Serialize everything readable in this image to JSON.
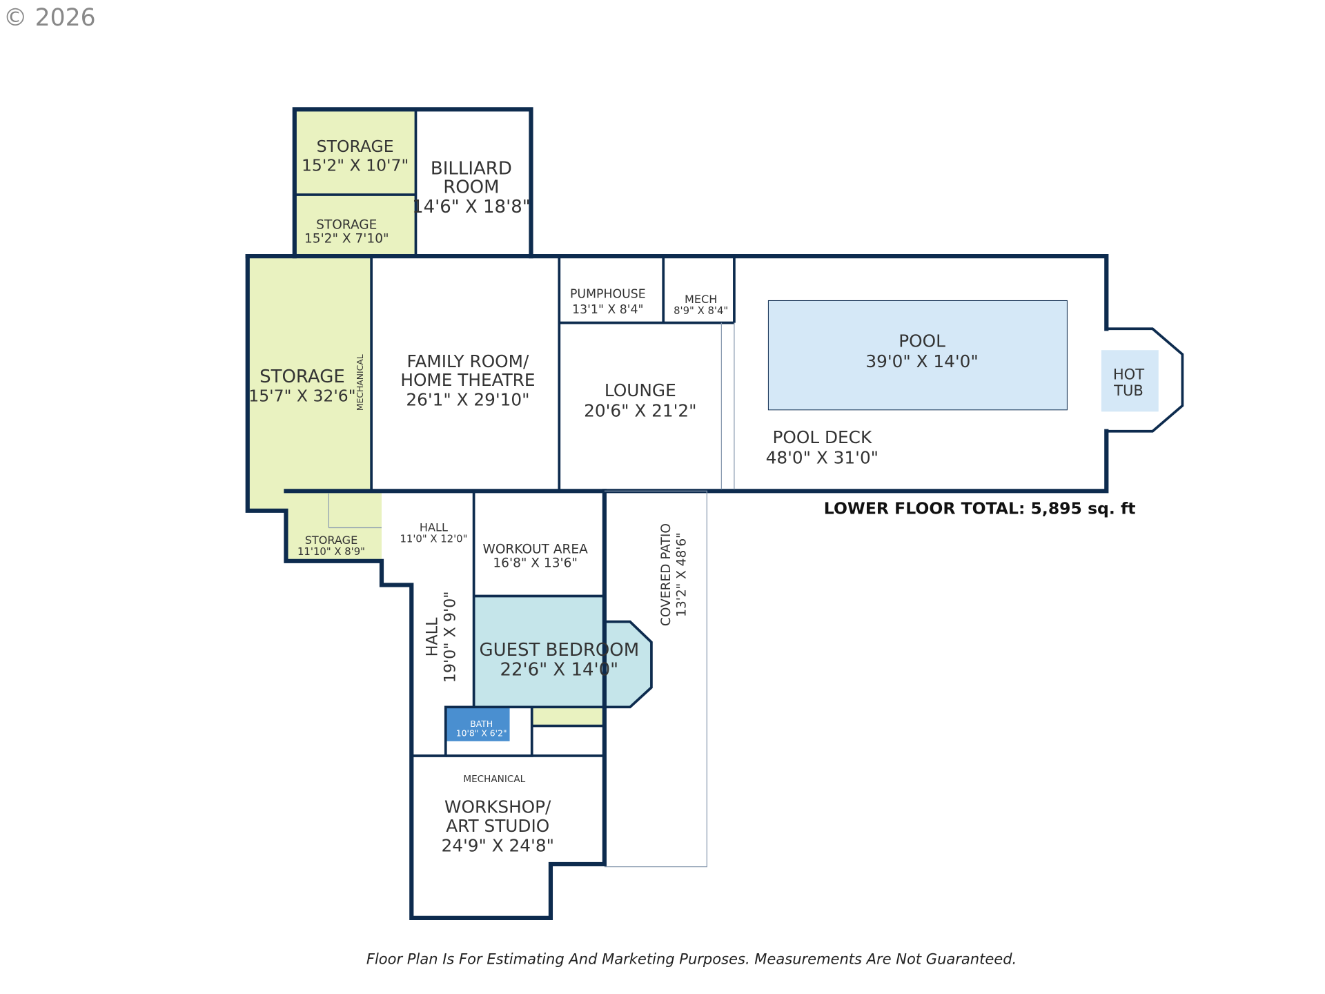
{
  "copyright": "© 2026",
  "colors": {
    "wall": "#0d2b4e",
    "storage": "#e9f2c0",
    "pool": "#d5e8f7",
    "bedroom": "#c5e5ea",
    "bath": "#4a8fd0"
  },
  "rooms": {
    "storage1": {
      "name": "STORAGE",
      "dims": "15'2\" X 10'7\""
    },
    "storage2": {
      "name": "STORAGE",
      "dims": "15'2\" X 7'10\""
    },
    "billiard": {
      "name1": "BILLIARD",
      "name2": "ROOM",
      "dims": "14'6\" X 18'8\""
    },
    "storage3": {
      "name": "STORAGE",
      "dims": "15'7\" X 32'6\""
    },
    "mechanical_label": "MECHANICAL",
    "family": {
      "name1": "FAMILY ROOM/",
      "name2": "HOME THEATRE",
      "dims": "26'1\" X 29'10\""
    },
    "pumphouse": {
      "name": "PUMPHOUSE",
      "dims": "13'1\" X 8'4\""
    },
    "mech": {
      "name": "MECH",
      "dims": "8'9\" X 8'4\""
    },
    "lounge": {
      "name": "LOUNGE",
      "dims": "20'6\" X 21'2\""
    },
    "pool": {
      "name": "POOL",
      "dims": "39'0\" X 14'0\""
    },
    "hottub": {
      "name1": "HOT",
      "name2": "TUB"
    },
    "pooldeck": {
      "name": "POOL DECK",
      "dims": "48'0\" X 31'0\""
    },
    "storage4": {
      "name": "STORAGE",
      "dims": "11'10\" X 8'9\""
    },
    "hall1": {
      "name": "HALL",
      "dims": "11'0\" X 12'0\""
    },
    "workout": {
      "name": "WORKOUT AREA",
      "dims": "16'8\" X 13'6\""
    },
    "patio": {
      "name": "COVERED PATIO",
      "dims": "13'2\" X 48'6\""
    },
    "hall2": {
      "name": "HALL",
      "dims": "19'0\" X 9'0\""
    },
    "guest": {
      "name": "GUEST BEDROOM",
      "dims": "22'6\" X 14'0\""
    },
    "bath": {
      "name": "BATH",
      "dims": "10'8\" X 6'2\""
    },
    "mechanical2": "MECHANICAL",
    "workshop": {
      "name1": "WORKSHOP/",
      "name2": "ART STUDIO",
      "dims": "24'9\" X 24'8\""
    }
  },
  "total": "LOWER FLOOR TOTAL: 5,895 sq. ft",
  "disclaimer": "Floor Plan Is For Estimating And Marketing Purposes. Measurements Are Not Guaranteed."
}
